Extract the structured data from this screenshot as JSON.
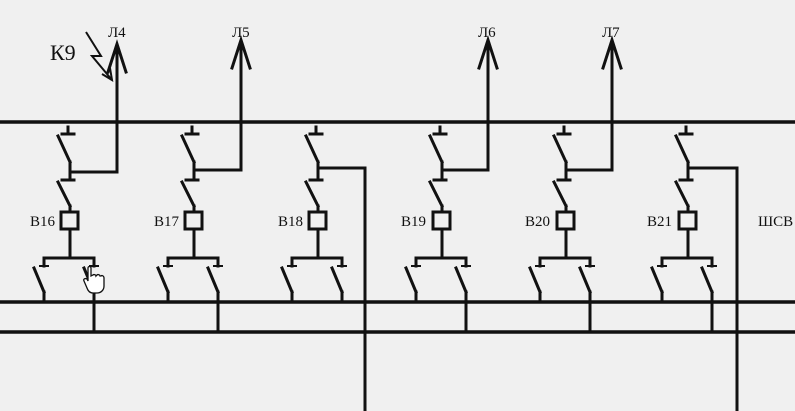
{
  "fault_label": "К9",
  "lines": [
    "Л4",
    "Л5",
    "Л6",
    "Л7"
  ],
  "breakers": [
    "В16",
    "В17",
    "В18",
    "В19",
    "В20",
    "В21"
  ],
  "tie_breaker": "ШСВ",
  "colors": {
    "background": "#f0f0f0",
    "wire": "#111111"
  },
  "cursor_icon": "hand-pointer-icon"
}
